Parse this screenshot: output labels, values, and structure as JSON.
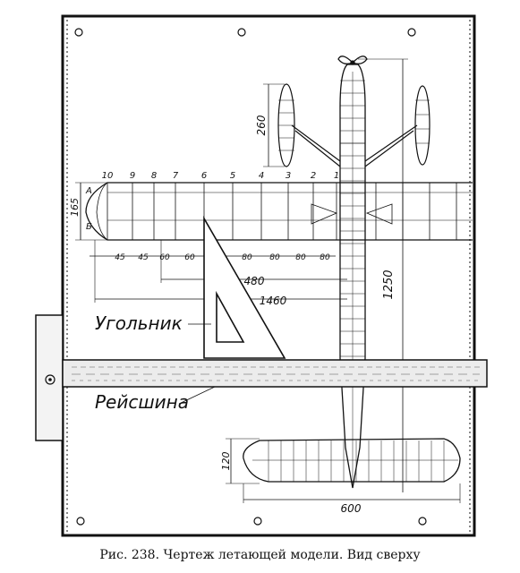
{
  "caption": "Рис. 238. Чертеж летающей модели. Вид сверху",
  "labels": {
    "triangle": "Угольник",
    "t_square": "Рейсшина"
  },
  "ribs": [
    "10",
    "9",
    "8",
    "7",
    "6",
    "5",
    "4",
    "3",
    "2",
    "1"
  ],
  "spacings": [
    "45",
    "45",
    "60",
    "60",
    "80",
    "80",
    "80",
    "80",
    "80"
  ],
  "dimensions": {
    "fin_span": "260",
    "wing_chord": "165",
    "half_span_inner": "480",
    "half_span": "1460",
    "fuselage_length": "1250",
    "stab_chord": "120",
    "stab_span": "600"
  },
  "points": {
    "a": "А",
    "b": "Б"
  }
}
